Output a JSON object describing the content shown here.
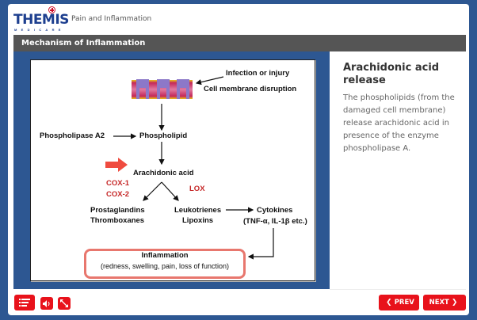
{
  "header": {
    "logo_text": "THEMIS",
    "logo_subtext": "MEDICARE",
    "course_title": "Pain and Inflammation"
  },
  "section": {
    "title": "Mechanism of Inflammation"
  },
  "diagram": {
    "infection": "Infection or injury",
    "membrane": "Cell membrane disruption",
    "phospholipase": "Phospholipase A2",
    "phospholipid": "Phospholipid",
    "arachidonic": "Arachidonic acid",
    "cox1": "COX-1",
    "cox2": "COX-2",
    "lox": "LOX",
    "prostaglandins": "Prostaglandins",
    "thromboxanes": "Thromboxanes",
    "leukotrienes": "Leukotrienes",
    "lipoxins": "Lipoxins",
    "cytokines": "Cytokines",
    "cytokines_detail": "(TNF-α, IL-1β etc.)",
    "inflammation": "Inflammation",
    "inflammation_detail": "(redness, swelling, pain, loss of function)",
    "highlight_color": "#ef4b3f",
    "enzyme_color": "#c62828"
  },
  "side_panel": {
    "title": "Arachidonic acid release",
    "body": "The phospholipids (from the damaged cell membrane) release arachidonic acid in presence of the enzyme phospholipase A."
  },
  "footer": {
    "menu_icon": "menu-list-icon",
    "audio_icon": "speaker-icon",
    "fullscreen_icon": "expand-icon",
    "prev_label": "PREV",
    "next_label": "NEXT",
    "accent_color": "#e8121b"
  }
}
